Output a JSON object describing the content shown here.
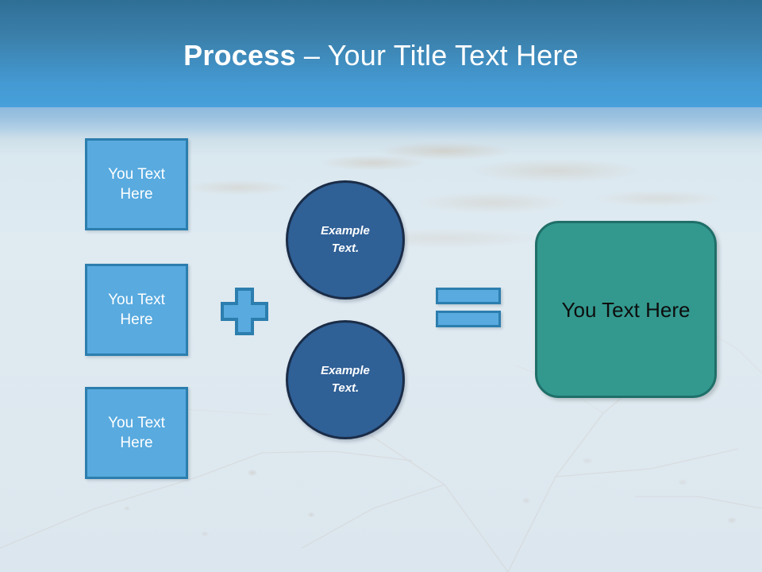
{
  "slide": {
    "title": {
      "strong": "Process",
      "rest": " – Your Title Text Here"
    },
    "colors": {
      "header_top": "#2f6f96",
      "header_bottom": "#47a0da",
      "input_fill": "#58aadf",
      "input_border": "#2c7eae",
      "circle_fill": "#2f6096",
      "circle_border": "#1a2c47",
      "result_fill": "#33998f",
      "result_border": "#1f6f69",
      "background": "#dfeaf1"
    },
    "inputs": [
      {
        "label": "You Text Here"
      },
      {
        "label": "You Text Here"
      },
      {
        "label": "You Text Here"
      }
    ],
    "operator_plus": "plus-sign",
    "operator_equals": "equals-sign",
    "circles": [
      {
        "label": "Example Text."
      },
      {
        "label": "Example Text."
      }
    ],
    "result": {
      "label": "You Text Here"
    }
  }
}
